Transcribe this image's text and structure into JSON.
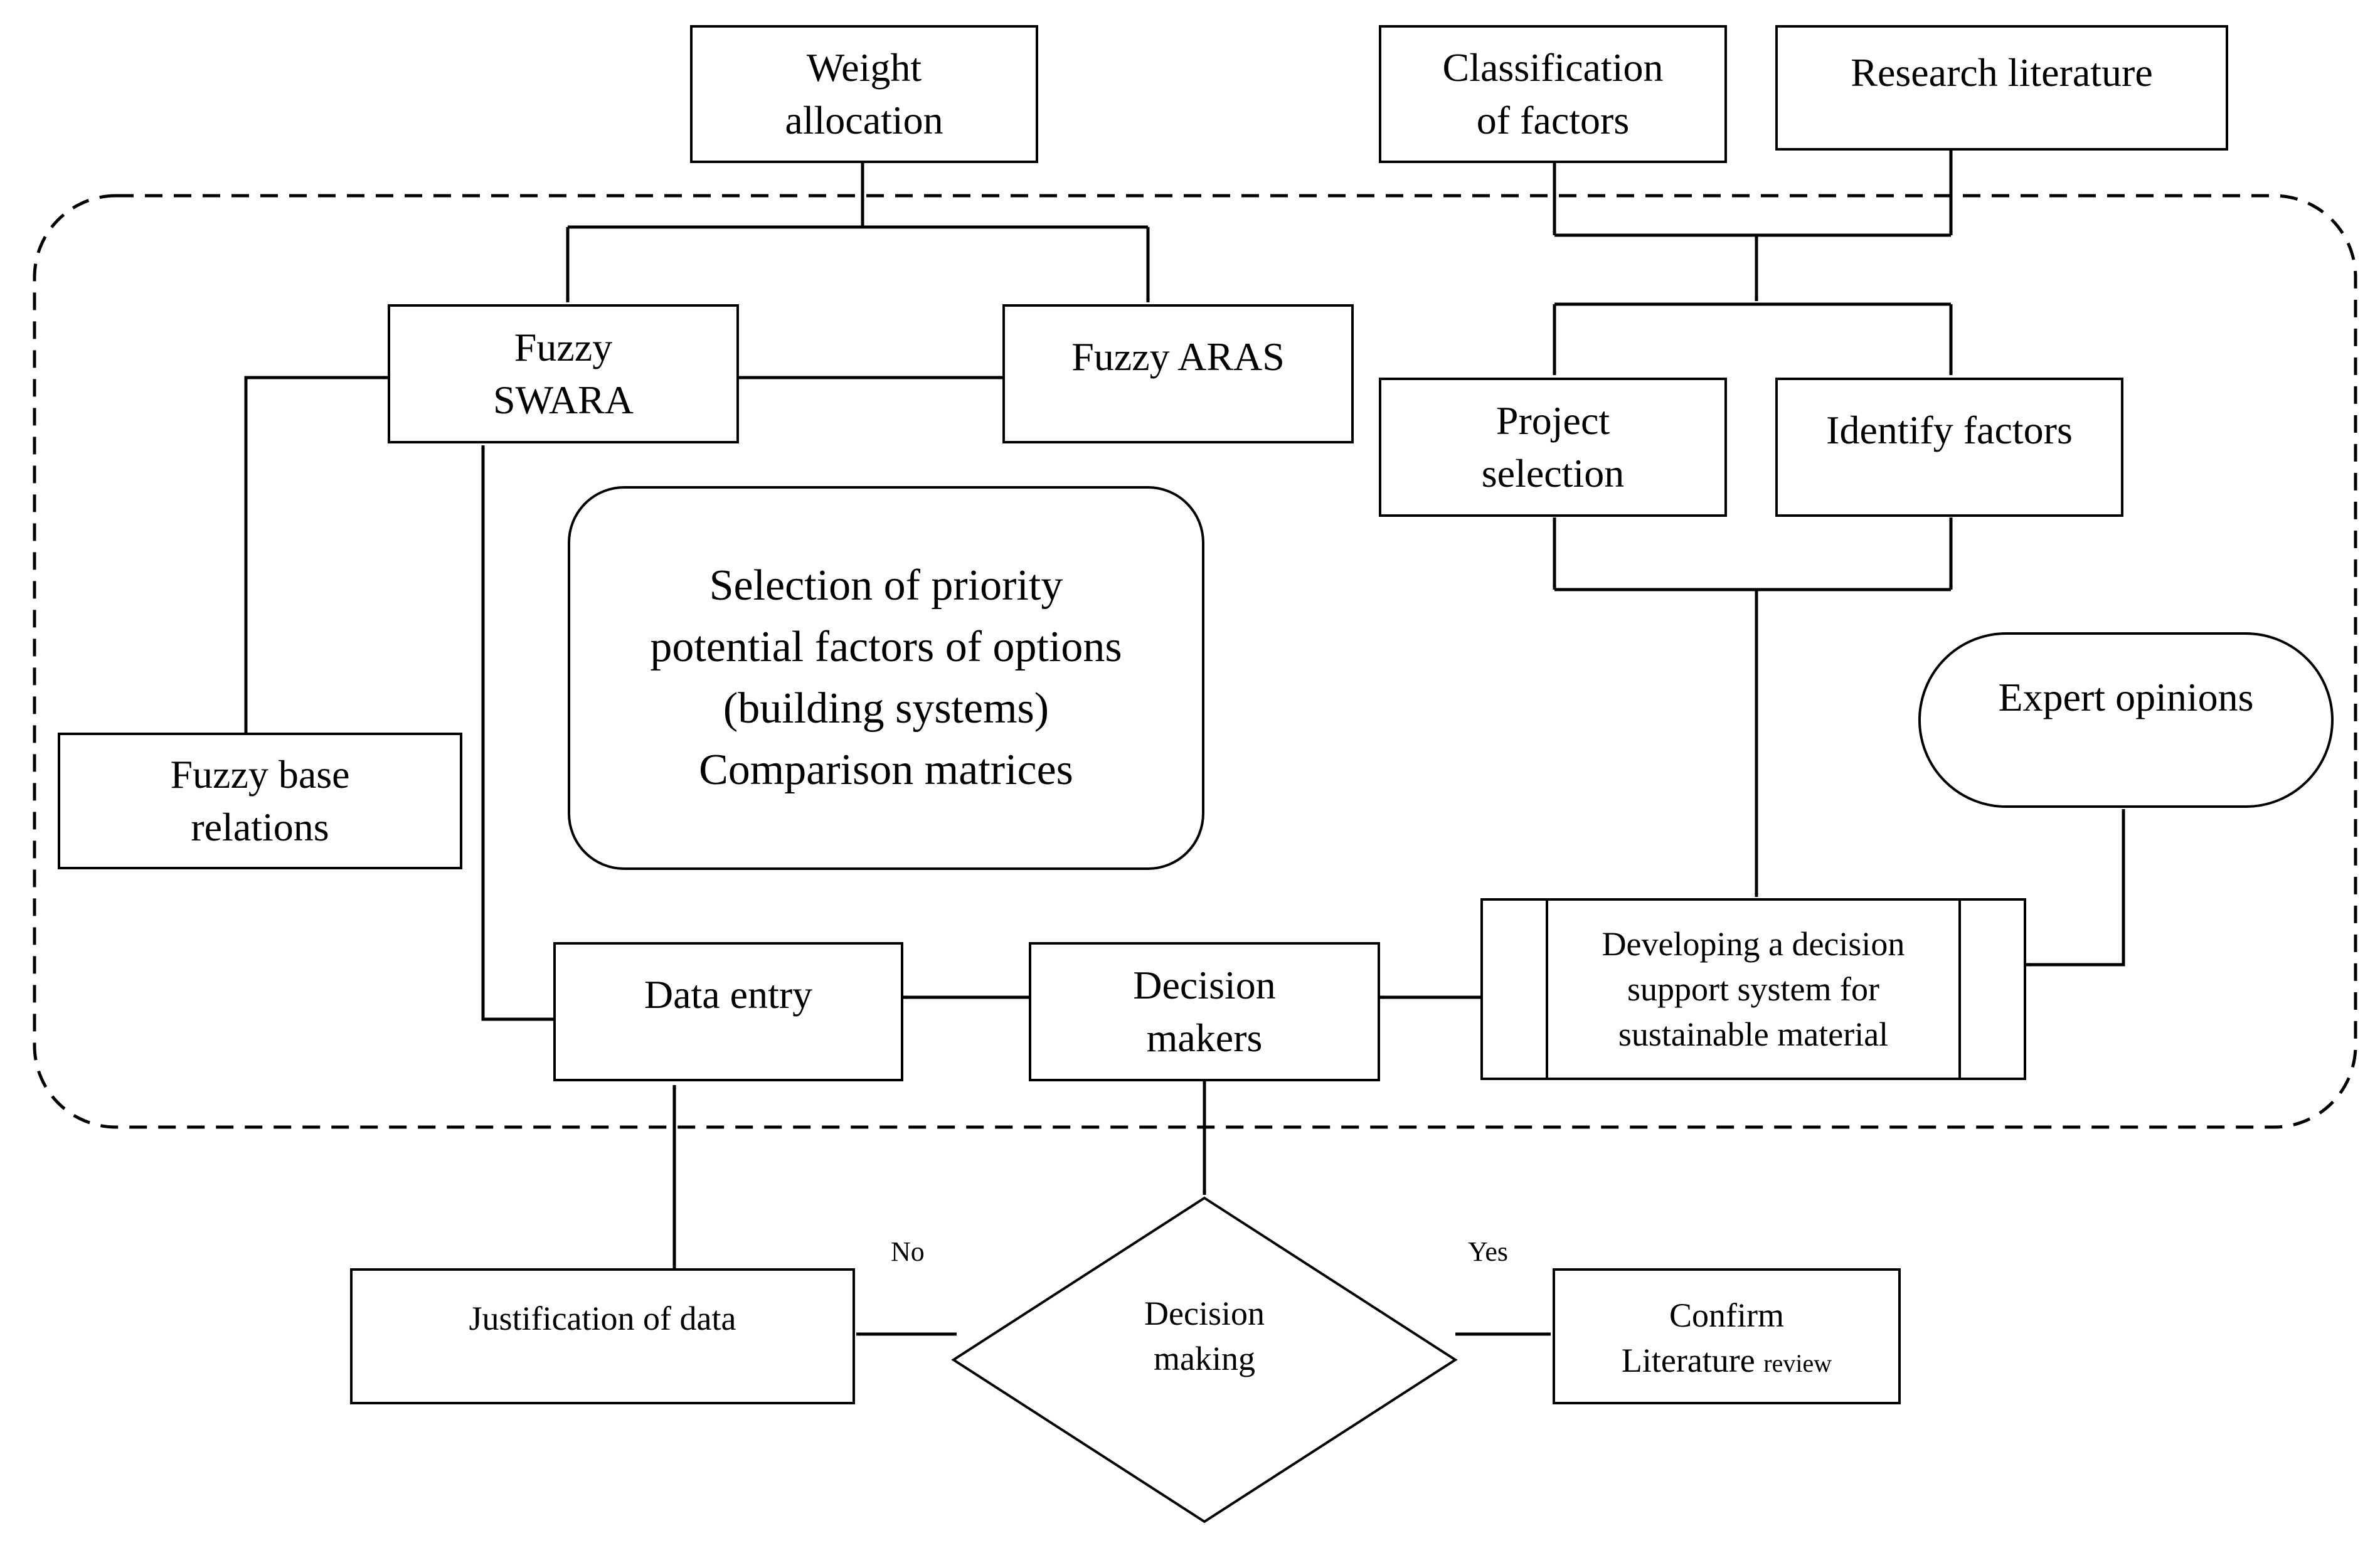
{
  "nodes": {
    "weight_allocation": [
      "Weight",
      "allocation"
    ],
    "classification_of_factors": [
      "Classification",
      "of factors"
    ],
    "research_literature": [
      "Research literature"
    ],
    "fuzzy_swara": [
      "Fuzzy",
      "SWARA"
    ],
    "fuzzy_aras": [
      "Fuzzy ARAS"
    ],
    "project_selection": [
      "Project",
      "selection"
    ],
    "identify_factors": [
      "Identify factors"
    ],
    "selection_priority": [
      "Selection of priority",
      "potential factors of options",
      "(building systems)",
      "Comparison matrices"
    ],
    "expert_opinions": [
      "Expert opinions"
    ],
    "fuzzy_base_relations": [
      "Fuzzy base",
      "relations"
    ],
    "developing_dss": [
      "Developing a decision",
      "support system for",
      "sustainable material"
    ],
    "data_entry": [
      "Data entry"
    ],
    "decision_makers": [
      "Decision",
      "makers"
    ],
    "decision_making": [
      "Decision",
      "making"
    ],
    "justification_of_data": [
      "Justification of data"
    ],
    "confirm": {
      "line1": "Confirm",
      "line2_main": "Literature",
      "line2_small": "review"
    }
  },
  "edge_labels": {
    "no": "No",
    "yes": "Yes"
  }
}
